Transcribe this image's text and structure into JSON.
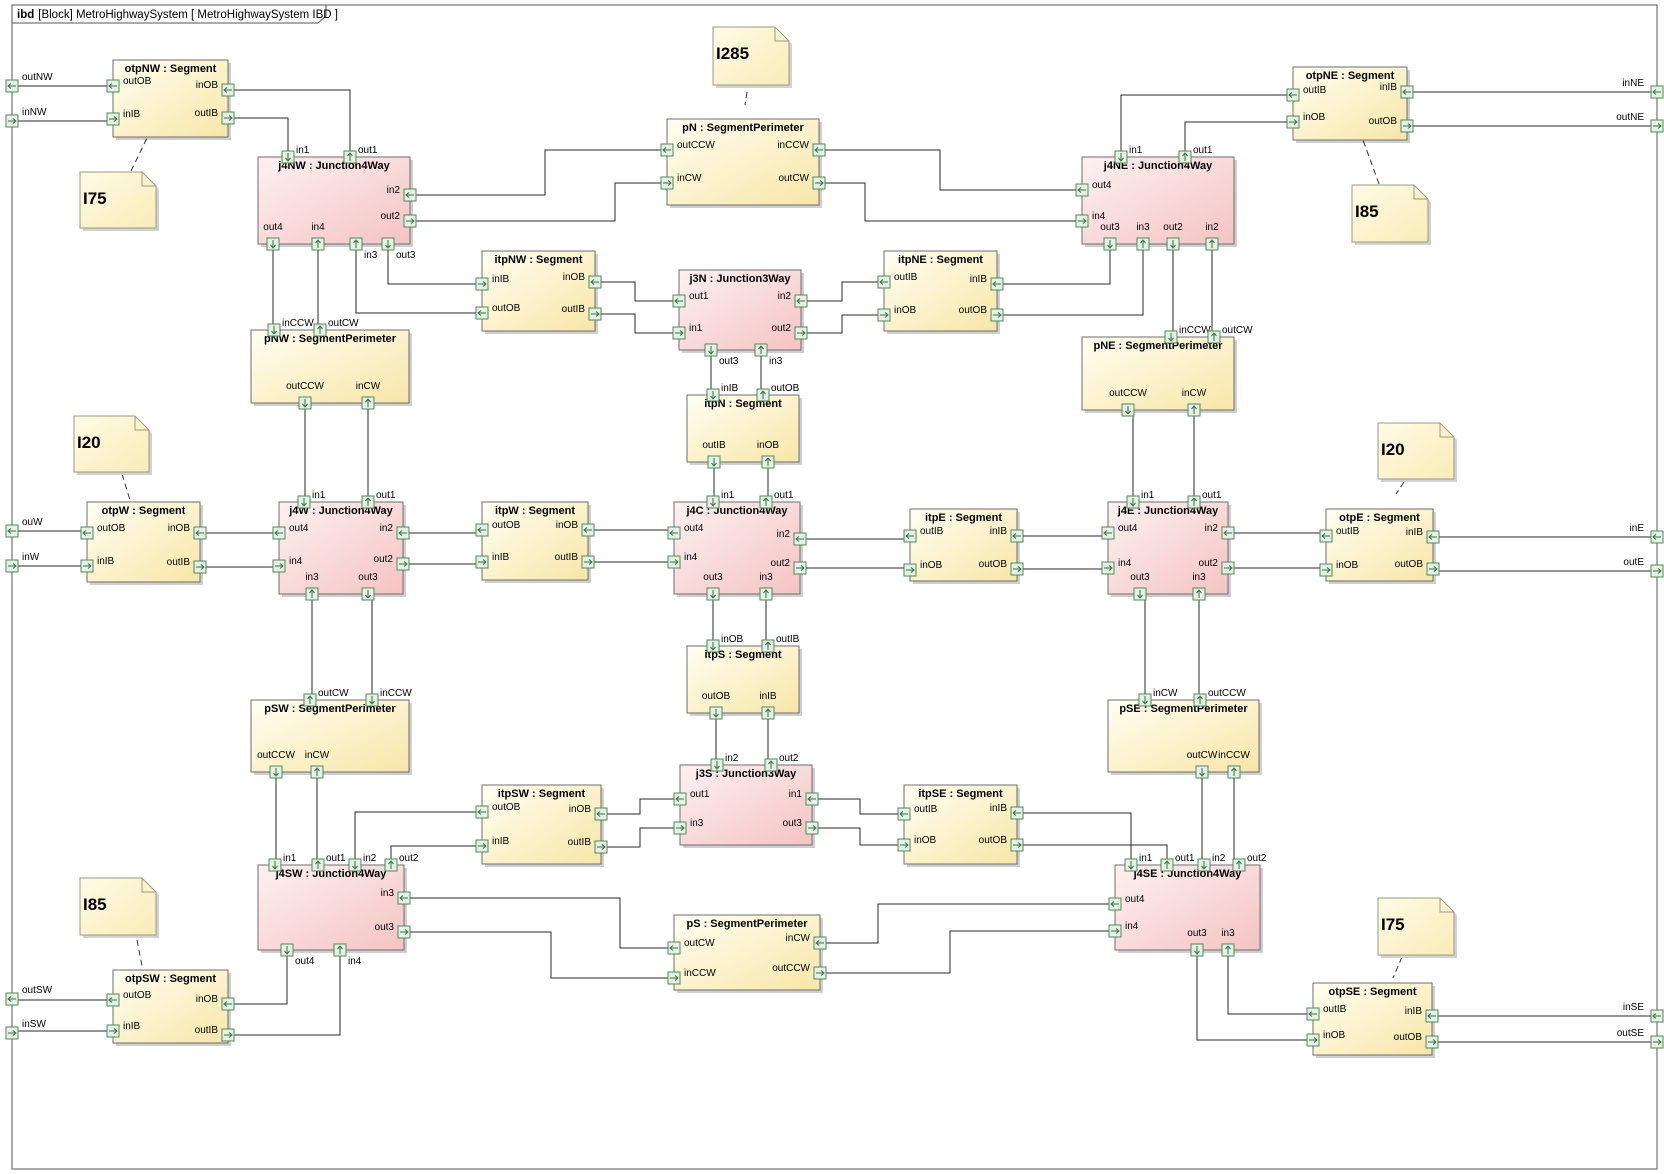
{
  "frame": {
    "kind": "ibd",
    "rest": "[Block] MetroHighwaySystem [  MetroHighwaySystem IBD ]"
  },
  "colors": {
    "segment_fill_top": "#fffef0",
    "segment_fill_bottom": "#f9e9b0",
    "junction_fill_top": "#fbecec",
    "junction_fill_bottom": "#f6c8c8",
    "block_stroke": "#6e6e6e",
    "port_fill": "#e4f1e4",
    "port_stroke": "#4e8a5a",
    "line": "#202020",
    "note_fill": "#fdf6d2",
    "note_stroke": "#9a9a80"
  },
  "notes": [
    {
      "id": "note-i285",
      "text": "I285"
    },
    {
      "id": "note-i75-nw",
      "text": "I75"
    },
    {
      "id": "note-i85-ne",
      "text": "I85"
    },
    {
      "id": "note-i20-w",
      "text": "I20"
    },
    {
      "id": "note-i20-e",
      "text": "I20"
    },
    {
      "id": "note-i85-sw",
      "text": "I85"
    },
    {
      "id": "note-i75-se",
      "text": "I75"
    }
  ],
  "blocks": [
    {
      "id": "otpNW",
      "title": "otpNW : Segment",
      "kind": "segment"
    },
    {
      "id": "j4NW",
      "title": "j4NW : Junction4Way",
      "kind": "junction"
    },
    {
      "id": "pN",
      "title": "pN : SegmentPerimeter",
      "kind": "segment"
    },
    {
      "id": "j4NE",
      "title": "j4NE : Junction4Way",
      "kind": "junction"
    },
    {
      "id": "otpNE",
      "title": "otpNE : Segment",
      "kind": "segment"
    },
    {
      "id": "itpNW",
      "title": "itpNW : Segment",
      "kind": "segment"
    },
    {
      "id": "j3N",
      "title": "j3N : Junction3Way",
      "kind": "junction"
    },
    {
      "id": "itpNE",
      "title": "itpNE : Segment",
      "kind": "segment"
    },
    {
      "id": "pNW",
      "title": "pNW : SegmentPerimeter",
      "kind": "segment"
    },
    {
      "id": "pNE",
      "title": "pNE : SegmentPerimeter",
      "kind": "segment"
    },
    {
      "id": "itpN",
      "title": "itpN : Segment",
      "kind": "segment"
    },
    {
      "id": "otpW",
      "title": "otpW : Segment",
      "kind": "segment"
    },
    {
      "id": "j4W",
      "title": "j4W : Junction4Way",
      "kind": "junction"
    },
    {
      "id": "itpW",
      "title": "itpW : Segment",
      "kind": "segment"
    },
    {
      "id": "j4C",
      "title": "j4C : Junction4Way",
      "kind": "junction"
    },
    {
      "id": "itpE",
      "title": "itpE : Segment",
      "kind": "segment"
    },
    {
      "id": "j4E",
      "title": "j4E : Junction4Way",
      "kind": "junction"
    },
    {
      "id": "otpE",
      "title": "otpE : Segment",
      "kind": "segment"
    },
    {
      "id": "itpS",
      "title": "itpS : Segment",
      "kind": "segment"
    },
    {
      "id": "pSW",
      "title": "pSW : SegmentPerimeter",
      "kind": "segment"
    },
    {
      "id": "pSE",
      "title": "pSE : SegmentPerimeter",
      "kind": "segment"
    },
    {
      "id": "j3S",
      "title": "j3S : Junction3Way",
      "kind": "junction"
    },
    {
      "id": "itpSW",
      "title": "itpSW : Segment",
      "kind": "segment"
    },
    {
      "id": "itpSE",
      "title": "itpSE : Segment",
      "kind": "segment"
    },
    {
      "id": "j4SW",
      "title": "j4SW : Junction4Way",
      "kind": "junction"
    },
    {
      "id": "pS",
      "title": "pS : SegmentPerimeter",
      "kind": "segment"
    },
    {
      "id": "j4SE",
      "title": "j4SE : Junction4Way",
      "kind": "junction"
    },
    {
      "id": "otpSW",
      "title": "otpSW : Segment",
      "kind": "segment"
    },
    {
      "id": "otpSE",
      "title": "otpSE : Segment",
      "kind": "segment"
    }
  ],
  "ports": {
    "otpNW.outOB": "outOB",
    "otpNW.inOB": "inOB",
    "otpNW.inIB": "inIB",
    "otpNW.outIB": "outIB",
    "j4NW.in1": "in1",
    "j4NW.out1": "out1",
    "j4NW.in2": "in2",
    "j4NW.out2": "out2",
    "j4NW.out4": "out4",
    "j4NW.in4": "in4",
    "j4NW.in3": "in3",
    "j4NW.out3": "out3",
    "pN.outCCW": "outCCW",
    "pN.inCW": "inCW",
    "pN.inCCW": "inCCW",
    "pN.outCW": "outCW",
    "j4NE.in1": "in1",
    "j4NE.out1": "out1",
    "j4NE.out4": "out4",
    "j4NE.in4": "in4",
    "j4NE.out3": "out3",
    "j4NE.in3": "in3",
    "j4NE.out2": "out2",
    "j4NE.in2": "in2",
    "otpNE.outIB": "outIB",
    "otpNE.inIB": "inIB",
    "otpNE.inOB": "inOB",
    "otpNE.outOB": "outOB",
    "itpNW.inIB": "inIB",
    "itpNW.inOB": "inOB",
    "itpNW.outOB": "outOB",
    "itpNW.outIB": "outIB",
    "j3N.out1": "out1",
    "j3N.in1": "in1",
    "j3N.in2": "in2",
    "j3N.out2": "out2",
    "j3N.out3": "out3",
    "j3N.in3": "in3",
    "itpNE.outIB": "outIB",
    "itpNE.inIB": "inIB",
    "itpNE.inOB": "inOB",
    "itpNE.outOB": "outOB",
    "pNW.inCCW": "inCCW",
    "pNW.outCW": "outCW",
    "pNW.outCCW": "outCCW",
    "pNW.inCW": "inCW",
    "pNE.inCCW": "inCCW",
    "pNE.outCW": "outCW",
    "pNE.outCCW": "outCCW",
    "pNE.inCW": "inCW",
    "itpN.inIB": "inIB",
    "itpN.outOB": "outOB",
    "itpN.outIB": "outIB",
    "itpN.inOB": "inOB",
    "otpW.outOB": "outOB",
    "otpW.inOB": "inOB",
    "otpW.inIB": "inIB",
    "otpW.outIB": "outIB",
    "j4W.in1": "in1",
    "j4W.out1": "out1",
    "j4W.out4": "out4",
    "j4W.in2": "in2",
    "j4W.in4": "in4",
    "j4W.out2": "out2",
    "j4W.in3": "in3",
    "j4W.out3": "out3",
    "itpW.outOB": "outOB",
    "itpW.inOB": "inOB",
    "itpW.inIB": "inIB",
    "itpW.outIB": "outIB",
    "j4C.in1": "in1",
    "j4C.out1": "out1",
    "j4C.out4": "out4",
    "j4C.in2": "in2",
    "j4C.in4": "in4",
    "j4C.out2": "out2",
    "j4C.out3": "out3",
    "j4C.in3": "in3",
    "itpE.outIB": "outIB",
    "itpE.inIB": "inIB",
    "itpE.inOB": "inOB",
    "itpE.outOB": "outOB",
    "j4E.in1": "in1",
    "j4E.out1": "out1",
    "j4E.out4": "out4",
    "j4E.in2": "in2",
    "j4E.in4": "in4",
    "j4E.out2": "out2",
    "j4E.out3": "out3",
    "j4E.in3": "in3",
    "otpE.outIB": "outIB",
    "otpE.inIB": "inIB",
    "otpE.inOB": "inOB",
    "otpE.outOB": "outOB",
    "itpS.inOB": "inOB",
    "itpS.outIB": "outIB",
    "itpS.outOB": "outOB",
    "itpS.inIB": "inIB",
    "pSW.outCW": "outCW",
    "pSW.inCCW": "inCCW",
    "pSW.outCCW": "outCCW",
    "pSW.inCW": "inCW",
    "pSE.inCW": "inCW",
    "pSE.outCCW": "outCCW",
    "pSE.outCW": "outCW",
    "pSE.inCCW": "inCCW",
    "j3S.in2": "in2",
    "j3S.out2": "out2",
    "j3S.out1": "out1",
    "j3S.in1": "in1",
    "j3S.in3": "in3",
    "j3S.out3": "out3",
    "itpSW.outOB": "outOB",
    "itpSW.inOB": "inOB",
    "itpSW.inIB": "inIB",
    "itpSW.outIB": "outIB",
    "itpSE.outIB": "outIB",
    "itpSE.inIB": "inIB",
    "itpSE.inOB": "inOB",
    "itpSE.outOB": "outOB",
    "j4SW.in1": "in1",
    "j4SW.out1": "out1",
    "j4SW.in2": "in2",
    "j4SW.out2": "out2",
    "j4SW.in3": "in3",
    "j4SW.out3": "out3",
    "j4SW.out4": "out4",
    "j4SW.in4": "in4",
    "pS.outCW": "outCW",
    "pS.inCCW": "inCCW",
    "pS.inCW": "inCW",
    "pS.outCCW": "outCCW",
    "j4SE.in1": "in1",
    "j4SE.out1": "out1",
    "j4SE.in2": "in2",
    "j4SE.out2": "out2",
    "j4SE.out4": "out4",
    "j4SE.in4": "in4",
    "j4SE.out3": "out3",
    "j4SE.in3": "in3",
    "otpSW.outOB": "outOB",
    "otpSW.inOB": "inOB",
    "otpSW.inIB": "inIB",
    "otpSW.outIB": "outIB",
    "otpSE.outIB": "outIB",
    "otpSE.inIB": "inIB",
    "otpSE.inOB": "inOB",
    "otpSE.outOB": "outOB"
  },
  "boundary_ports": {
    "outNW": "outNW",
    "inNW": "inNW",
    "inNE": "inNE",
    "outNE": "outNE",
    "ouW": "ouW",
    "inW": "inW",
    "inE": "inE",
    "outE": "outE",
    "outSW": "outSW",
    "inSW": "inSW",
    "inSE": "inSE",
    "outSE": "outSE"
  }
}
